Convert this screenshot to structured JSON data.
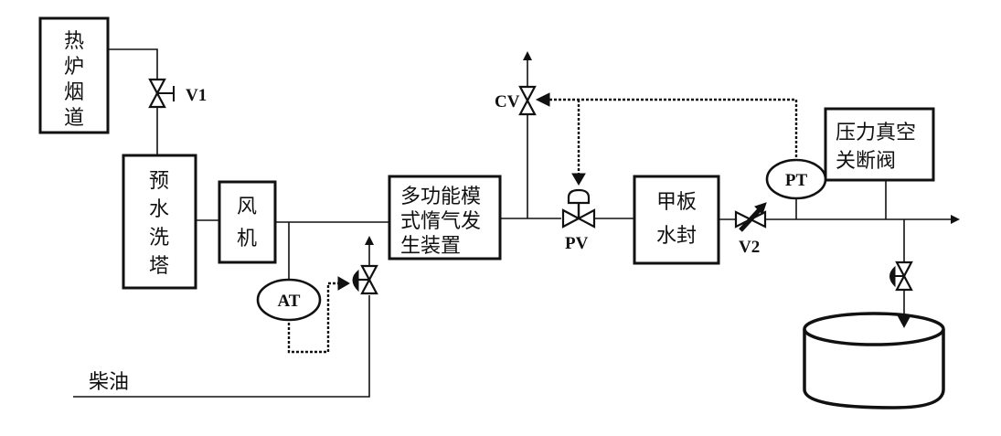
{
  "title": "多功能模式惰气发生装置工艺流程图",
  "equipment": {
    "boiler_flue": {
      "lines": [
        "热",
        "炉",
        "烟",
        "道"
      ]
    },
    "prewash_tower": {
      "lines": [
        "预",
        "水",
        "洗",
        "塔"
      ]
    },
    "fan": {
      "lines": [
        "风",
        "机"
      ]
    },
    "inert_gas_generator": {
      "lines": [
        "多功能模",
        "式惰气发",
        "生装置"
      ]
    },
    "deck_water_seal": {
      "lines": [
        "甲板",
        "水封"
      ]
    },
    "pv_breaker": {
      "lines": [
        "压力真空",
        "关断阀"
      ]
    }
  },
  "valves": {
    "v1": "V1",
    "cv": "CV",
    "pv": "PV",
    "v2": "V2"
  },
  "instruments": {
    "at": "AT",
    "pt": "PT"
  },
  "streams": {
    "diesel": "柴油"
  },
  "colors": {
    "line": "#111111",
    "background": "#ffffff"
  }
}
